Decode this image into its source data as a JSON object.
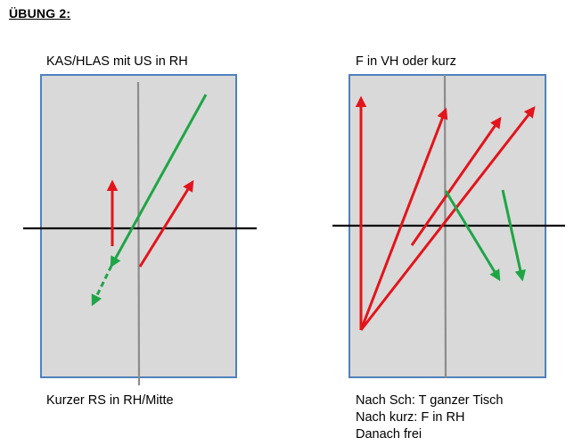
{
  "page": {
    "title": "ÜBUNG 2:"
  },
  "colors": {
    "table_fill": "#d9d9d9",
    "table_border": "#4f81bd",
    "net_line": "#000000",
    "center_line": "#8c8c8c",
    "red_arrow": "#e3141b",
    "green_arrow": "#1ea545"
  },
  "left_panel": {
    "top_label": "KAS/HLAS mit US in RH",
    "bottom_label": "Kurzer RS in RH/Mitte"
  },
  "right_panel": {
    "top_label": "F in VH oder kurz",
    "bottom_lines": [
      "Nach Sch: T ganzer Tisch",
      "Nach kurz: F in RH",
      "Danach frei"
    ]
  }
}
